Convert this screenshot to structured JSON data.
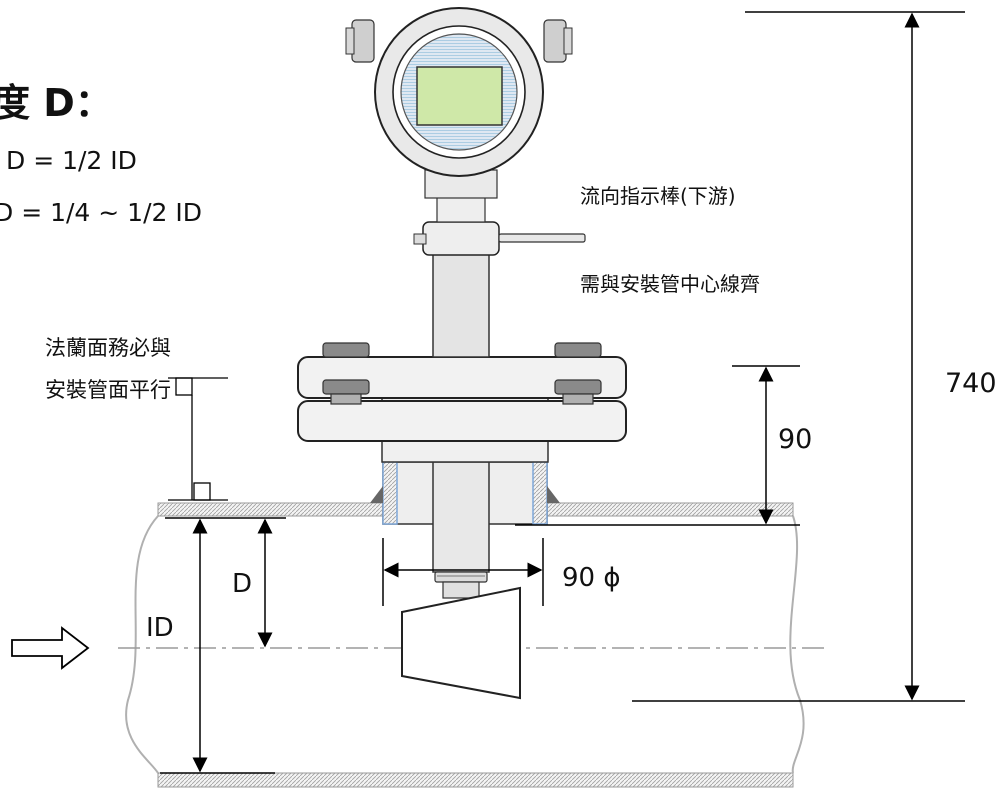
{
  "heading": "度 D：",
  "insertion_depth_lines": [
    "D = 1/2 ID",
    "D = 1/4 ~ 1/2 ID"
  ],
  "callouts": {
    "flow_indicator": "流向指示棒(下游)",
    "align_note": "需與安裝管中心線齊",
    "flange_note_line1": "法蘭面務必與",
    "flange_note_line2": "安裝管面平行"
  },
  "dimensions": {
    "total_height": "740",
    "flange_height": "90",
    "nozzle_diameter": "90 ϕ",
    "insertion_depth_symbol": "D",
    "inner_diameter_symbol": "ID"
  },
  "colors": {
    "display_screen": "#cfe8a8",
    "display_ring": "#9fc7e0",
    "steel_light": "#eeeeee",
    "steel_mid": "#d6d6d6",
    "bolt": "#8a8a8a",
    "pipe_hatch": "#a0a0a0",
    "nozzle_blue": "#7fa7d8",
    "centerline": "#9a9a9a"
  }
}
